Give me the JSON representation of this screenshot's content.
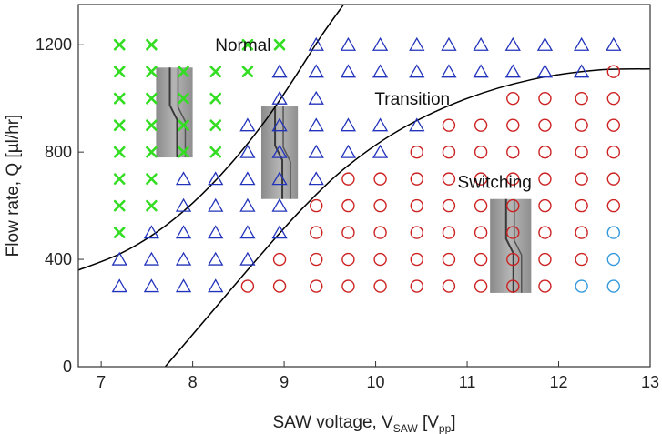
{
  "chart_data": {
    "type": "scatter",
    "xlabel": {
      "main": "SAW voltage, V",
      "sub": "SAW",
      "unit_open": " [V",
      "unit_sub": "pp",
      "unit_close": "]"
    },
    "ylabel": "Flow rate, Q [µl/hr]",
    "xlim": [
      6.75,
      13
    ],
    "ylim": [
      0,
      1350
    ],
    "xticks": [
      7,
      8,
      9,
      10,
      11,
      12,
      13
    ],
    "yticks": [
      0,
      400,
      800,
      1200
    ],
    "grid": false,
    "region_labels": [
      {
        "text": "Normal",
        "x": 8.55,
        "y": 1200
      },
      {
        "text": "Transition",
        "x": 10.4,
        "y": 1000
      },
      {
        "text": "Switching",
        "x": 11.3,
        "y": 690
      }
    ],
    "colors": {
      "normal": "#33dd22",
      "transition": "#2233bb",
      "switching": "#cc2222",
      "other": "#3399dd",
      "boundary": "#000000"
    },
    "voltages": [
      7.2,
      7.55,
      7.9,
      8.25,
      8.6,
      8.95,
      9.35,
      9.7,
      10.05,
      10.45,
      10.8,
      11.15,
      11.5,
      11.85,
      12.25,
      12.6
    ],
    "flow_rates": [
      300,
      400,
      500,
      600,
      700,
      800,
      900,
      1000,
      1100,
      1200
    ],
    "series": [
      {
        "name": "Normal",
        "marker": "x",
        "points": [
          [
            7.2,
            500
          ],
          [
            7.2,
            600
          ],
          [
            7.2,
            700
          ],
          [
            7.2,
            800
          ],
          [
            7.2,
            900
          ],
          [
            7.2,
            1000
          ],
          [
            7.2,
            1100
          ],
          [
            7.2,
            1200
          ],
          [
            7.55,
            600
          ],
          [
            7.55,
            700
          ],
          [
            7.55,
            800
          ],
          [
            7.55,
            900
          ],
          [
            7.55,
            1000
          ],
          [
            7.55,
            1100
          ],
          [
            7.55,
            1200
          ],
          [
            7.9,
            800
          ],
          [
            7.9,
            900
          ],
          [
            7.9,
            1000
          ],
          [
            7.9,
            1100
          ],
          [
            8.25,
            800
          ],
          [
            8.25,
            900
          ],
          [
            8.25,
            1000
          ],
          [
            8.25,
            1100
          ],
          [
            8.6,
            1100
          ],
          [
            8.6,
            1200
          ],
          [
            8.95,
            1200
          ]
        ]
      },
      {
        "name": "Transition",
        "marker": "triangle",
        "points": [
          [
            7.2,
            300
          ],
          [
            7.2,
            400
          ],
          [
            7.55,
            300
          ],
          [
            7.55,
            400
          ],
          [
            7.55,
            500
          ],
          [
            7.9,
            300
          ],
          [
            7.9,
            400
          ],
          [
            7.9,
            500
          ],
          [
            7.9,
            600
          ],
          [
            7.9,
            700
          ],
          [
            8.25,
            300
          ],
          [
            8.25,
            400
          ],
          [
            8.25,
            500
          ],
          [
            8.25,
            600
          ],
          [
            8.25,
            700
          ],
          [
            8.6,
            400
          ],
          [
            8.6,
            500
          ],
          [
            8.6,
            600
          ],
          [
            8.6,
            700
          ],
          [
            8.6,
            800
          ],
          [
            8.6,
            900
          ],
          [
            8.95,
            500
          ],
          [
            8.95,
            600
          ],
          [
            8.95,
            700
          ],
          [
            8.95,
            800
          ],
          [
            8.95,
            900
          ],
          [
            8.95,
            1000
          ],
          [
            8.95,
            1100
          ],
          [
            9.35,
            700
          ],
          [
            9.35,
            800
          ],
          [
            9.35,
            900
          ],
          [
            9.35,
            1000
          ],
          [
            9.35,
            1100
          ],
          [
            9.35,
            1200
          ],
          [
            9.7,
            800
          ],
          [
            9.7,
            900
          ],
          [
            9.7,
            1100
          ],
          [
            9.7,
            1200
          ],
          [
            10.05,
            800
          ],
          [
            10.05,
            900
          ],
          [
            10.05,
            1100
          ],
          [
            10.05,
            1200
          ],
          [
            10.45,
            900
          ],
          [
            10.45,
            1100
          ],
          [
            10.45,
            1200
          ],
          [
            10.8,
            1100
          ],
          [
            10.8,
            1200
          ],
          [
            11.15,
            1100
          ],
          [
            11.15,
            1200
          ],
          [
            11.5,
            1100
          ],
          [
            11.5,
            1200
          ],
          [
            11.85,
            1100
          ],
          [
            11.85,
            1200
          ],
          [
            12.25,
            1100
          ],
          [
            12.25,
            1200
          ],
          [
            12.6,
            1200
          ]
        ]
      },
      {
        "name": "Switching",
        "marker": "circle",
        "points": [
          [
            8.6,
            300
          ],
          [
            8.95,
            300
          ],
          [
            8.95,
            400
          ],
          [
            9.35,
            300
          ],
          [
            9.35,
            400
          ],
          [
            9.35,
            500
          ],
          [
            9.35,
            600
          ],
          [
            9.7,
            300
          ],
          [
            9.7,
            400
          ],
          [
            9.7,
            500
          ],
          [
            9.7,
            600
          ],
          [
            9.7,
            700
          ],
          [
            10.05,
            300
          ],
          [
            10.05,
            400
          ],
          [
            10.05,
            500
          ],
          [
            10.05,
            600
          ],
          [
            10.05,
            700
          ],
          [
            10.45,
            300
          ],
          [
            10.45,
            400
          ],
          [
            10.45,
            500
          ],
          [
            10.45,
            600
          ],
          [
            10.45,
            700
          ],
          [
            10.45,
            800
          ],
          [
            10.8,
            300
          ],
          [
            10.8,
            400
          ],
          [
            10.8,
            500
          ],
          [
            10.8,
            600
          ],
          [
            10.8,
            700
          ],
          [
            10.8,
            800
          ],
          [
            10.8,
            900
          ],
          [
            11.15,
            300
          ],
          [
            11.15,
            400
          ],
          [
            11.15,
            500
          ],
          [
            11.15,
            600
          ],
          [
            11.15,
            700
          ],
          [
            11.15,
            800
          ],
          [
            11.15,
            900
          ],
          [
            11.5,
            300
          ],
          [
            11.5,
            400
          ],
          [
            11.5,
            500
          ],
          [
            11.5,
            600
          ],
          [
            11.5,
            700
          ],
          [
            11.5,
            800
          ],
          [
            11.5,
            900
          ],
          [
            11.5,
            1000
          ],
          [
            11.85,
            300
          ],
          [
            11.85,
            400
          ],
          [
            11.85,
            500
          ],
          [
            11.85,
            600
          ],
          [
            11.85,
            700
          ],
          [
            11.85,
            800
          ],
          [
            11.85,
            900
          ],
          [
            11.85,
            1000
          ],
          [
            12.25,
            400
          ],
          [
            12.25,
            500
          ],
          [
            12.25,
            600
          ],
          [
            12.25,
            700
          ],
          [
            12.25,
            800
          ],
          [
            12.25,
            900
          ],
          [
            12.25,
            1000
          ],
          [
            12.6,
            600
          ],
          [
            12.6,
            700
          ],
          [
            12.6,
            800
          ],
          [
            12.6,
            900
          ],
          [
            12.6,
            1000
          ],
          [
            12.6,
            1100
          ]
        ]
      },
      {
        "marker": "circle",
        "color": "#3399dd",
        "points": [
          [
            12.25,
            300
          ],
          [
            12.6,
            300
          ],
          [
            12.6,
            400
          ],
          [
            12.6,
            500
          ]
        ]
      }
    ],
    "boundaries": [
      {
        "name": "normal-transition-boundary",
        "points": [
          [
            6.75,
            360
          ],
          [
            7.2,
            420
          ],
          [
            7.6,
            500
          ],
          [
            8.0,
            610
          ],
          [
            8.4,
            750
          ],
          [
            8.8,
            920
          ],
          [
            9.1,
            1070
          ],
          [
            9.4,
            1230
          ],
          [
            9.65,
            1350
          ]
        ]
      },
      {
        "name": "transition-switching-boundary",
        "points": [
          [
            7.7,
            0
          ],
          [
            8.2,
            200
          ],
          [
            8.7,
            400
          ],
          [
            9.2,
            590
          ],
          [
            9.7,
            750
          ],
          [
            10.3,
            890
          ],
          [
            11.0,
            1000
          ],
          [
            11.7,
            1070
          ],
          [
            12.4,
            1105
          ],
          [
            13.0,
            1110
          ]
        ]
      }
    ],
    "insets": [
      {
        "name": "normal-inset",
        "x": [
          7.6,
          8.0
        ],
        "y": [
          780,
          1115
        ]
      },
      {
        "name": "transition-inset",
        "x": [
          8.75,
          9.15
        ],
        "y": [
          625,
          970
        ]
      },
      {
        "name": "switching-inset",
        "x": [
          11.25,
          11.7
        ],
        "y": [
          275,
          625
        ]
      }
    ]
  }
}
